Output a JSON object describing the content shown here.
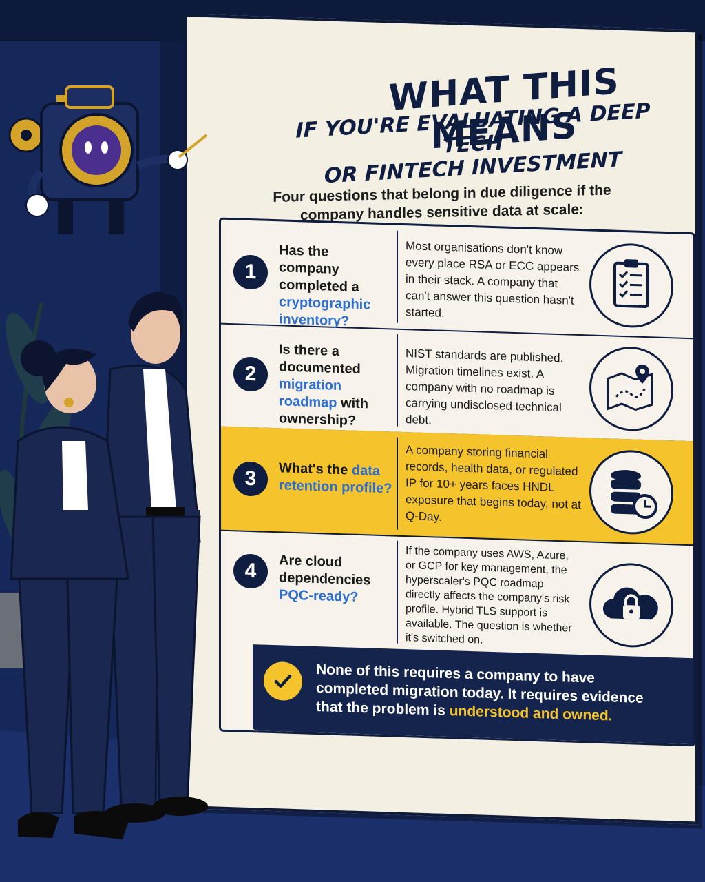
{
  "poster": {
    "title": "WHAT THIS MEANS",
    "subtitle_line1": "IF YOU'RE EVALUATING A DEEP TECH",
    "subtitle_line2": "OR FINTECH INVESTMENT",
    "intro": "Four questions that belong in due diligence if the company handles sensitive data at scale:"
  },
  "questions": [
    {
      "number": "1",
      "q_plain": "Has the company completed a ",
      "q_highlight": "cryptographic inventory?",
      "description": "Most organisations don't know every place RSA or ECC appears in their stack. A company that can't answer this question hasn't started.",
      "icon": "clipboard-checklist-icon"
    },
    {
      "number": "2",
      "q_plain": "Is there a documented ",
      "q_highlight": "migration roadmap",
      "q_tail": " with ownership?",
      "description": "NIST standards are published. Migration timelines exist. A company with no roadmap is carrying undisclosed technical debt.",
      "icon": "map-pin-icon"
    },
    {
      "number": "3",
      "q_plain": "What's the ",
      "q_highlight": "data retention profile?",
      "description": "A company storing financial records, health data, or regulated IP for 10+ years faces HNDL exposure that begins today, not at Q-Day.",
      "icon": "database-clock-icon"
    },
    {
      "number": "4",
      "q_plain": "Are cloud dependencies ",
      "q_highlight": "PQC-ready?",
      "description": "If the company uses AWS, Azure, or GCP for key management, the hyperscaler's PQC roadmap directly affects the company's risk profile. Hybrid TLS support is available. The question is whether it's switched on.",
      "icon": "cloud-lock-icon"
    }
  ],
  "footer": {
    "text_plain": "None of this requires a company to have completed migration today. It requires evidence that the problem is ",
    "text_highlight": "understood and owned."
  },
  "colors": {
    "navy": "#0f1d40",
    "accent_yellow": "#f5c32b",
    "accent_blue": "#2d6fd0",
    "paper": "#f4efe3"
  }
}
